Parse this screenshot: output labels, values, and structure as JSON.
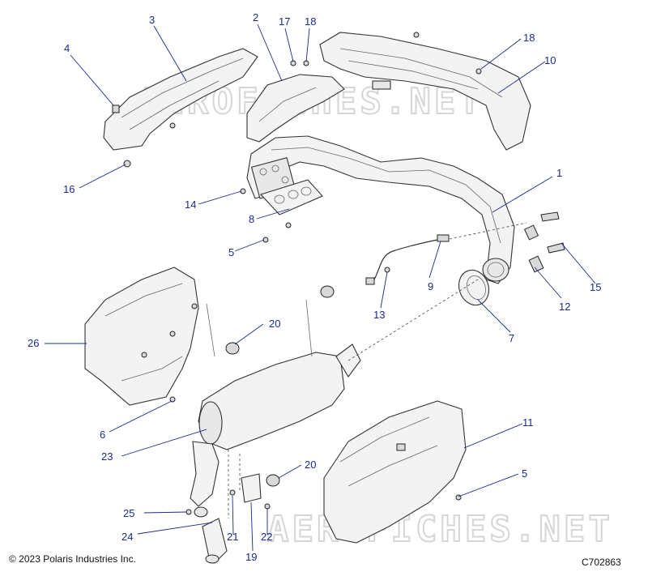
{
  "callouts": {
    "c1": "1",
    "c2": "2",
    "c3": "3",
    "c4": "4",
    "c5a": "5",
    "c5b": "5",
    "c6": "6",
    "c7": "7",
    "c8": "8",
    "c9": "9",
    "c10": "10",
    "c11": "11",
    "c12": "12",
    "c13": "13",
    "c14": "14",
    "c15": "15",
    "c16": "16",
    "c17": "17",
    "c18a": "18",
    "c18b": "18",
    "c19": "19",
    "c20a": "20",
    "c20b": "20",
    "c21": "21",
    "c22": "22",
    "c23": "23",
    "c24": "24",
    "c25": "25",
    "c26": "26"
  },
  "watermark": "AEROFICHES.NET",
  "copyright": "© 2023 Polaris Industries Inc.",
  "diagram_id": "C702863",
  "colors": {
    "callout": "#1a2a8c",
    "line": "#333333",
    "part_fill": "#f3f3f3",
    "watermark": "#d6d6d6"
  }
}
